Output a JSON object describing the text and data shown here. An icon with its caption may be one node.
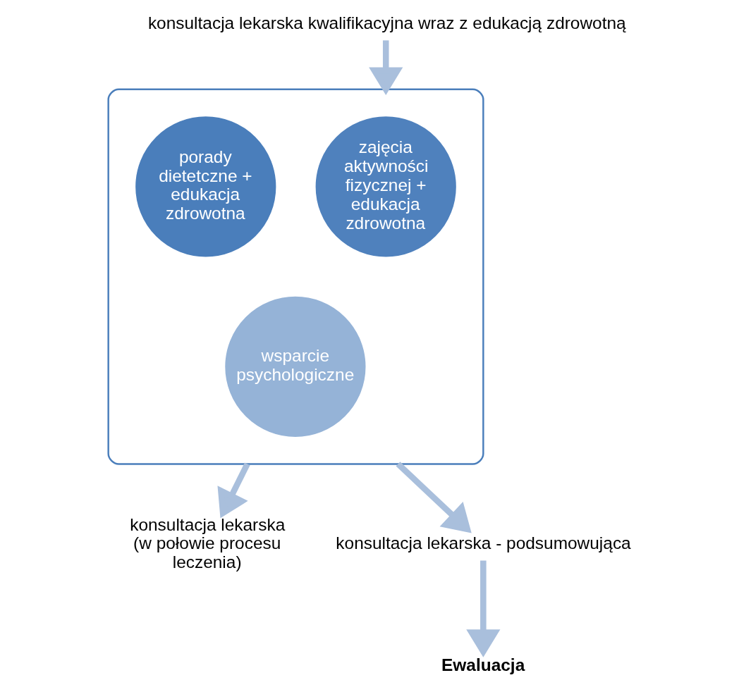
{
  "diagram": {
    "nodes": [
      {
        "text": [
          "konsultacja lekarska kwalifikacyjna wraz z edukacją zdrowotną"
        ]
      },
      {
        "text": [],
        "shape": "funnel"
      },
      {
        "text": [
          "zajęcia aktywności fizycznej + edukacja zdrowotna"
        ],
        "in": 1
      },
      {
        "text": [
          "porady dietetczne + edukacja zdrowotna"
        ],
        "in": 1
      },
      {
        "text": [
          "wsparcie psychologiczne"
        ],
        "in": 1
      },
      {
        "text": [
          "konsultacja lekarska (w połowie procesu leczenia)"
        ]
      },
      {
        "text": [
          "konsultacja lekarska - podsumowująca"
        ]
      },
      {
        "text": [
          "Ewaluacja"
        ]
      }
    ],
    "edges": [
      {
        "from": 0,
        "to": 1,
        "arrow": "to"
      },
      {
        "from": 1,
        "to": 5,
        "arrow": "to"
      },
      {
        "from": 1,
        "to": 6,
        "arrow": "to"
      },
      {
        "from": 6,
        "to": 7,
        "arrow": "to"
      }
    ]
  }
}
